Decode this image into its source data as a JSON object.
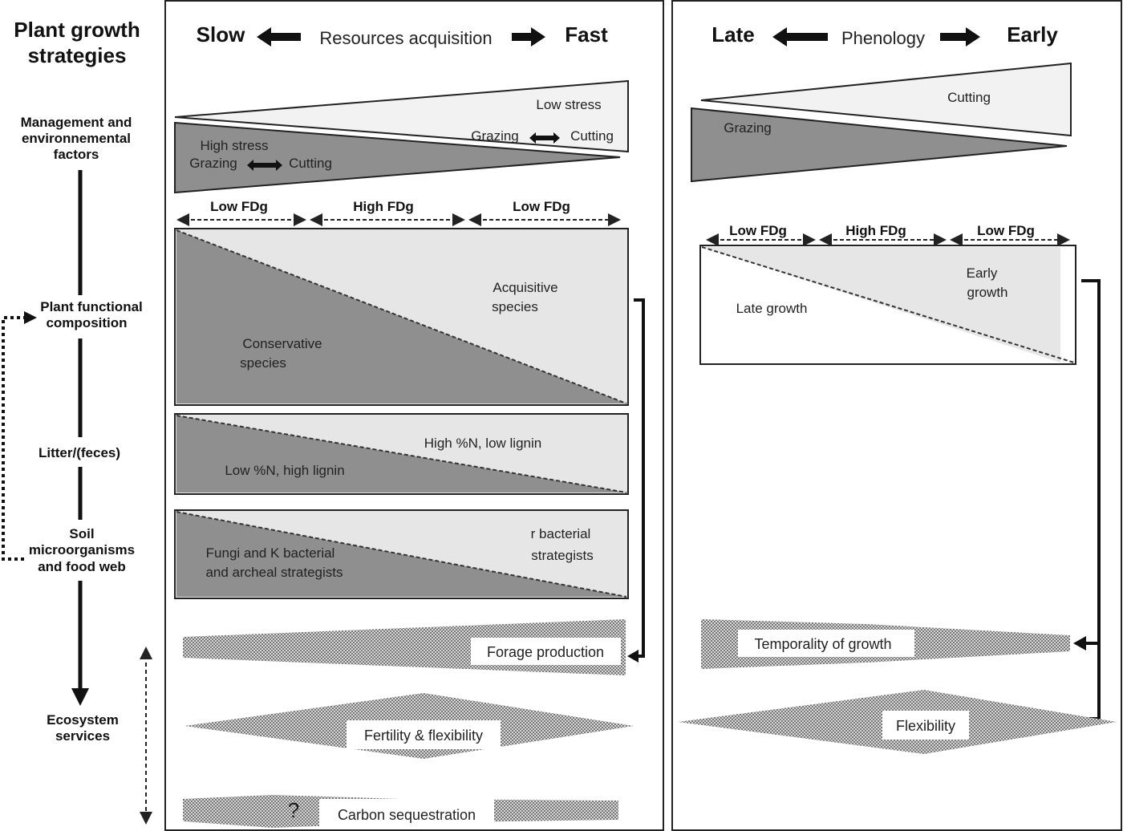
{
  "left_column": {
    "title_line1": "Plant growth",
    "title_line2": "strategies",
    "levels": {
      "management_line1": "Management and",
      "management_line2": "environnemental",
      "management_line3": "factors",
      "functional_line1": "Plant functional",
      "functional_line2": "composition",
      "litter": "Litter/(feces)",
      "soil_line1": "Soil",
      "soil_line2": "microorganisms",
      "soil_line3": "and food web",
      "services_line1": "Ecosystem",
      "services_line2": "services"
    }
  },
  "panel_resources": {
    "header_left": "Slow",
    "header_middle": "Resources acquisition",
    "header_right": "Fast",
    "management": {
      "low_stress": "Low stress",
      "grazing_right": "Grazing",
      "cutting_right": "Cutting",
      "high_stress": "High stress",
      "grazing_left": "Grazing",
      "cutting_left": "Cutting"
    },
    "fdg": [
      "Low FDg",
      "High FDg",
      "Low FDg"
    ],
    "functional": {
      "acquisitive_line1": "Acquisitive",
      "acquisitive_line2": "species",
      "conservative_line1": "Conservative",
      "conservative_line2": "species"
    },
    "litter": {
      "high": "High %N, low lignin",
      "low": "Low %N, high lignin"
    },
    "soil": {
      "r_line1": "r bacterial",
      "r_line2": "strategists",
      "k_line1": "Fungi and K bacterial",
      "k_line2": "and archeal strategists"
    },
    "services": {
      "forage": "Forage production",
      "fertility": "Fertility & flexibility",
      "carbon": "Carbon sequestration",
      "question": "?"
    }
  },
  "panel_phenology": {
    "header_left": "Late",
    "header_middle": "Phenology",
    "header_right": "Early",
    "management": {
      "cutting": "Cutting",
      "grazing": "Grazing"
    },
    "fdg": [
      "Low FDg",
      "High FDg",
      "Low FDg"
    ],
    "functional": {
      "late": "Late growth",
      "early_line1": "Early",
      "early_line2": "growth"
    },
    "services": {
      "temporality": "Temporality of growth",
      "flexibility": "Flexibility"
    }
  },
  "colors": {
    "dark_fill": "#8f8f8f",
    "light_fill": "#e6e6e6",
    "stroke": "#222222"
  }
}
